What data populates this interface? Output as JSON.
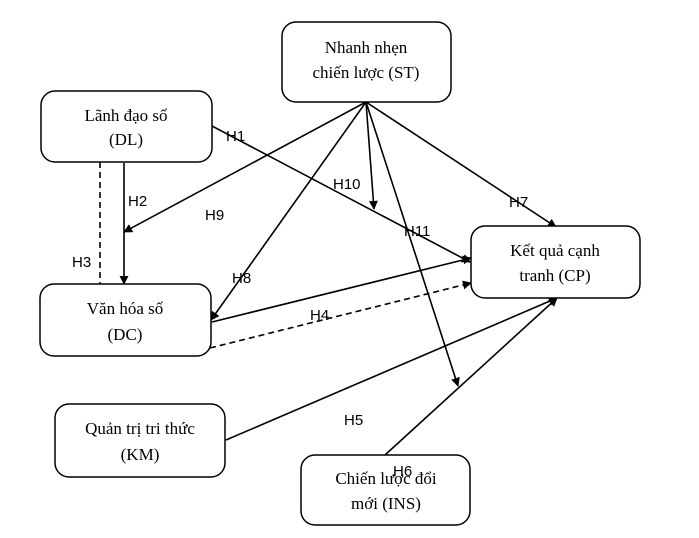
{
  "nodes": {
    "st": {
      "line1": "Nhanh nhẹn",
      "line2": "chiến lược (ST)"
    },
    "dl": {
      "line1": "Lãnh đạo số",
      "line2": "(DL)"
    },
    "cp": {
      "line1": "Kết quả cạnh",
      "line2": "tranh (CP)"
    },
    "dc": {
      "line1": "Văn hóa số",
      "line2": "(DC)"
    },
    "km": {
      "line1": "Quản trị tri thức",
      "line2": "(KM)"
    },
    "ins": {
      "line1": "Chiến lược đổi",
      "line2": "mới (INS)"
    }
  },
  "edges": {
    "h1": {
      "label": "H1",
      "style": "solid"
    },
    "h2": {
      "label": "H2",
      "style": "solid"
    },
    "h3": {
      "label": "H3",
      "style": "dashed"
    },
    "h4": {
      "label": "H4",
      "style": "solid+dashed"
    },
    "h5": {
      "label": "H5",
      "style": "solid"
    },
    "h6": {
      "label": "H6",
      "style": "solid"
    },
    "h7": {
      "label": "H7",
      "style": "solid"
    },
    "h8": {
      "label": "H8",
      "style": "solid"
    },
    "h9": {
      "label": "H9",
      "style": "solid"
    },
    "h10": {
      "label": "H10",
      "style": "solid"
    },
    "h11": {
      "label": "H11",
      "style": "solid"
    }
  }
}
